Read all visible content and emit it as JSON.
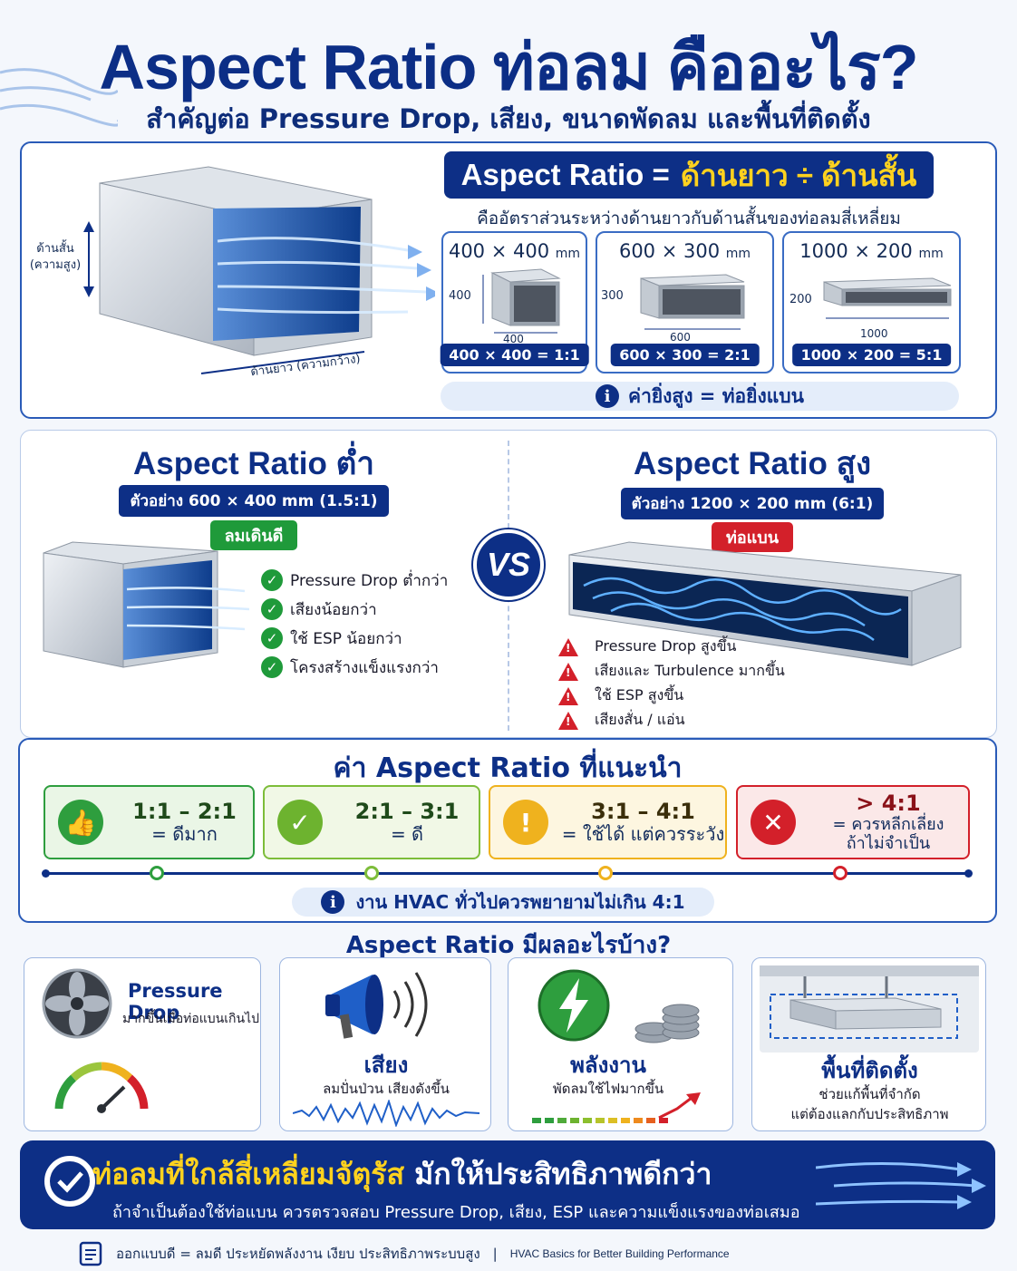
{
  "header": {
    "title": "Aspect Ratio ท่อลม คืออะไร?",
    "subtitle": "สำคัญต่อ Pressure Drop, เสียง, ขนาดพัดลม และพื้นที่ติดตั้ง"
  },
  "definition": {
    "formula_lhs": "Aspect Ratio =",
    "formula_rhs": "ด้านยาว ÷ ด้านสั้น",
    "description": "คืออัตราส่วนระหว่างด้านยาวกับด้านสั้นของท่อลมสี่เหลี่ยม",
    "side_short_label": "ด้านสั้น",
    "side_short_sub": "(ความสูง)",
    "side_long_label": "ด้านยาว (ความกว้าง)",
    "examples": [
      {
        "dim": "400 × 400",
        "unit": "mm",
        "h": "400",
        "w": "400",
        "result": "400 × 400 = 1:1"
      },
      {
        "dim": "600 × 300",
        "unit": "mm",
        "h": "300",
        "w": "600",
        "result": "600 × 300 = 2:1"
      },
      {
        "dim": "1000 × 200",
        "unit": "mm",
        "h": "200",
        "w": "1000",
        "result": "1000 × 200 = 5:1"
      }
    ],
    "note": "ค่ายิ่งสูง = ท่อยิ่งแบน",
    "info_glyph": "i"
  },
  "compare": {
    "vs": "VS",
    "low": {
      "title": "Aspect Ratio ต่ำ",
      "example": "ตัวอย่าง 600 × 400 mm (1.5:1)",
      "tag": "ลมเดินดี",
      "points": [
        "Pressure Drop ต่ำกว่า",
        "เสียงน้อยกว่า",
        "ใช้ ESP น้อยกว่า",
        "โครงสร้างแข็งแรงกว่า"
      ]
    },
    "high": {
      "title": "Aspect Ratio สูง",
      "example": "ตัวอย่าง 1200 × 200 mm (6:1)",
      "tag": "ท่อแบน",
      "points": [
        "Pressure Drop สูงขึ้น",
        "เสียงและ Turbulence มากขึ้น",
        "ใช้ ESP สูงขึ้น",
        "เสียงสั่น / แอ่น"
      ]
    }
  },
  "recommend": {
    "title": "ค่า Aspect Ratio ที่แนะนำ",
    "items": [
      {
        "range": "1:1 – 2:1",
        "desc": "= ดีมาก",
        "color": "#2e9e3e",
        "bg": "#eaf6e6"
      },
      {
        "range": "2:1 – 3:1",
        "desc": "= ดี",
        "color": "#7dbd3a",
        "bg": "#f1f8e6"
      },
      {
        "range": "3:1 – 4:1",
        "desc": "= ใช้ได้ แต่ควรระวัง",
        "color": "#efb21e",
        "bg": "#fdf6e0"
      },
      {
        "range": "> 4:1",
        "desc": "= ควรหลีกเลี่ยง",
        "desc2": "ถ้าไม่จำเป็น",
        "color": "#d3202a",
        "bg": "#fbe8e8"
      }
    ],
    "note": "งาน HVAC ทั่วไปควรพยายามไม่เกิน 4:1"
  },
  "effects": {
    "title": "Aspect Ratio มีผลอะไรบ้าง?",
    "cards": [
      {
        "title": "Pressure Drop",
        "sub": "มากขึ้นเมื่อท่อแบนเกินไป"
      },
      {
        "title": "เสียง",
        "sub": "ลมปั่นป่วน เสียงดังขึ้น"
      },
      {
        "title": "พลังงาน",
        "sub": "พัดลมใช้ไฟมากขึ้น"
      },
      {
        "title": "พื้นที่ติดตั้ง",
        "sub": "ช่วยแก้พื้นที่จำกัด",
        "sub2": "แต่ต้องแลกกับประสิทธิภาพ"
      }
    ]
  },
  "banner": {
    "headline_highlight": "ท่อลมที่ใกล้สี่เหลี่ยมจัตุรัส",
    "headline_rest": "มักให้ประสิทธิภาพดีกว่า",
    "sub": "ถ้าจำเป็นต้องใช้ท่อแบน ควรตรวจสอบ Pressure Drop, เสียง, ESP และความแข็งแรงของท่อเสมอ"
  },
  "footer": {
    "motto": "ออกแบบดี = ลมดี  ประหยัดพลังงาน เงียบ ประสิทธิภาพระบบสูง",
    "divider": "|",
    "tagline": "HVAC Basics for Better Building Performance"
  }
}
